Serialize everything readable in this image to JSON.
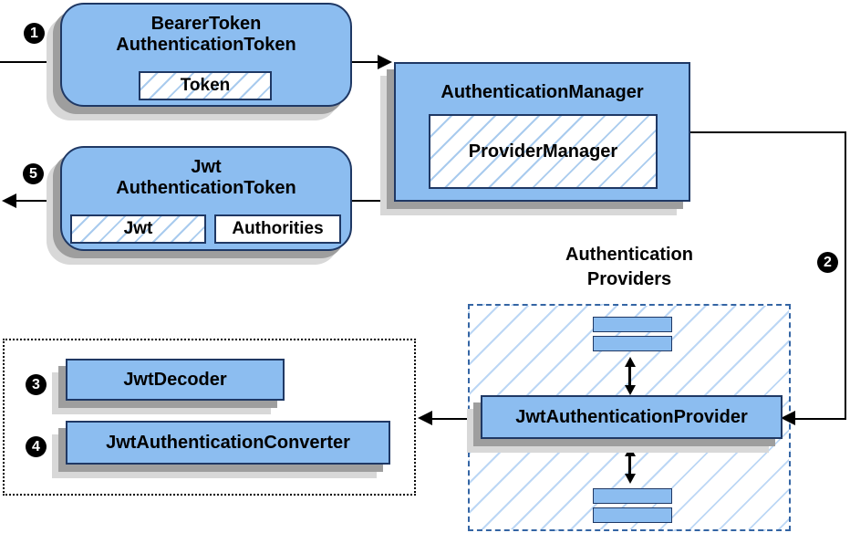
{
  "nodes": {
    "bearer_token": {
      "title_line1": "BearerToken",
      "title_line2": "AuthenticationToken",
      "field_token": "Token"
    },
    "authentication_manager": {
      "title": "AuthenticationManager",
      "implementation": "ProviderManager"
    },
    "jwt_authentication_token": {
      "title_line1": "Jwt",
      "title_line2": "AuthenticationToken",
      "field_jwt": "Jwt",
      "field_authorities": "Authorities"
    },
    "authentication_providers": {
      "heading_line1": "Authentication",
      "heading_line2": "Providers",
      "provider": "JwtAuthenticationProvider"
    },
    "jwt_tools": {
      "decoder": "JwtDecoder",
      "converter": "JwtAuthenticationConverter"
    }
  },
  "steps": {
    "step1": "1",
    "step2": "2",
    "step3": "3",
    "step4": "4",
    "step5": "5"
  },
  "colors": {
    "node_fill": "#8cbdf0",
    "node_border": "#1f3864",
    "hatch_line": "#a9cbee",
    "group_hatch_line": "#bcd7f5",
    "group_dashed_border": "#3465a4",
    "group_dotted_border": "#000000",
    "shadow_dark": "#9e9e9e",
    "shadow_light": "#d8d8d8",
    "connector": "#000000",
    "badge_background": "#000000",
    "badge_text": "#ffffff"
  }
}
